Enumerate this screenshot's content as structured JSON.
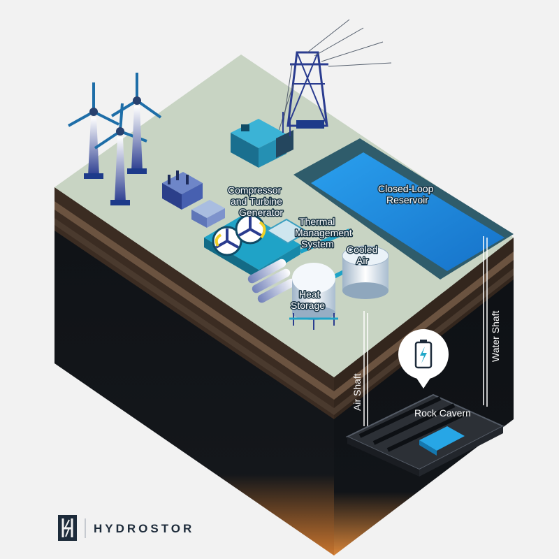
{
  "diagram": {
    "labels": {
      "compressor": [
        "Compressor",
        "and Turbine",
        "Generator"
      ],
      "thermal": [
        "Thermal",
        "Management",
        "System"
      ],
      "cooled_air": [
        "Cooled",
        "Air"
      ],
      "heat_storage": [
        "Heat",
        "Storage"
      ],
      "reservoir": [
        "Closed-Loop",
        "Reservoir"
      ],
      "air_shaft": "Air Shaft",
      "water_shaft": "Water Shaft",
      "rock_cavern": "Rock Cavern"
    },
    "icons": {
      "battery": "battery-charging-icon",
      "brand_mark": "hydrostor-logo-icon"
    }
  },
  "brand": {
    "name": "HYDROSTOR"
  },
  "colors": {
    "ground_top": "#c9d5c5",
    "soil_dark": "#111418",
    "water": "#1d8fe0",
    "accent_teal": "#22a8c9",
    "navy": "#1d2b3a",
    "orange_glow": "#e08a3c"
  }
}
